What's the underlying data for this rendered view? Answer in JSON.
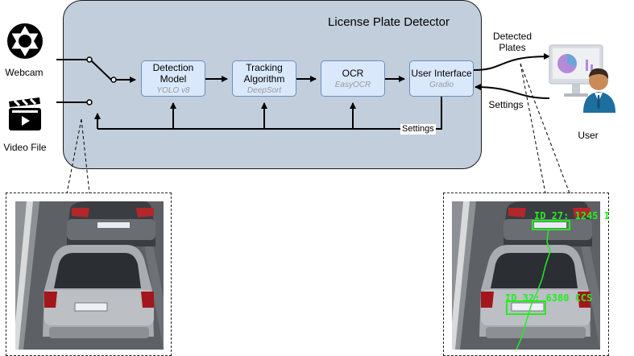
{
  "main": {
    "title": "License Plate Detector"
  },
  "blocks": [
    {
      "id": "detection",
      "title_lines": [
        "Detection",
        "Model"
      ],
      "subtitle": "YOLO v8"
    },
    {
      "id": "tracking",
      "title_lines": [
        "Tracking",
        "Algorithm"
      ],
      "subtitle": "DeepSort"
    },
    {
      "id": "ocr",
      "title_lines": [
        "OCR"
      ],
      "subtitle": "EasyOCR"
    },
    {
      "id": "ui",
      "title_lines": [
        "User Interface"
      ],
      "subtitle": "Gradio"
    }
  ],
  "inputs": {
    "webcam": "Webcam",
    "video_file": "Video File"
  },
  "edges": {
    "detected_plates_lines": [
      "Detected",
      "Plates"
    ],
    "settings_user": "Settings",
    "settings_internal": "Settings"
  },
  "user": {
    "label": "User"
  },
  "previews": {
    "output": {
      "overlay_top": "ID 27: 1245 I",
      "overlay_bottom": "ID 32: 6380 CCS",
      "overlay_color": "#22ee22"
    }
  },
  "colors": {
    "panel": "#c3cedc",
    "block_fill": "#dae8fc",
    "block_border": "#6c8ebf",
    "user_shirt": "#1d6fa0",
    "chart_purple": "#b48ad8"
  }
}
